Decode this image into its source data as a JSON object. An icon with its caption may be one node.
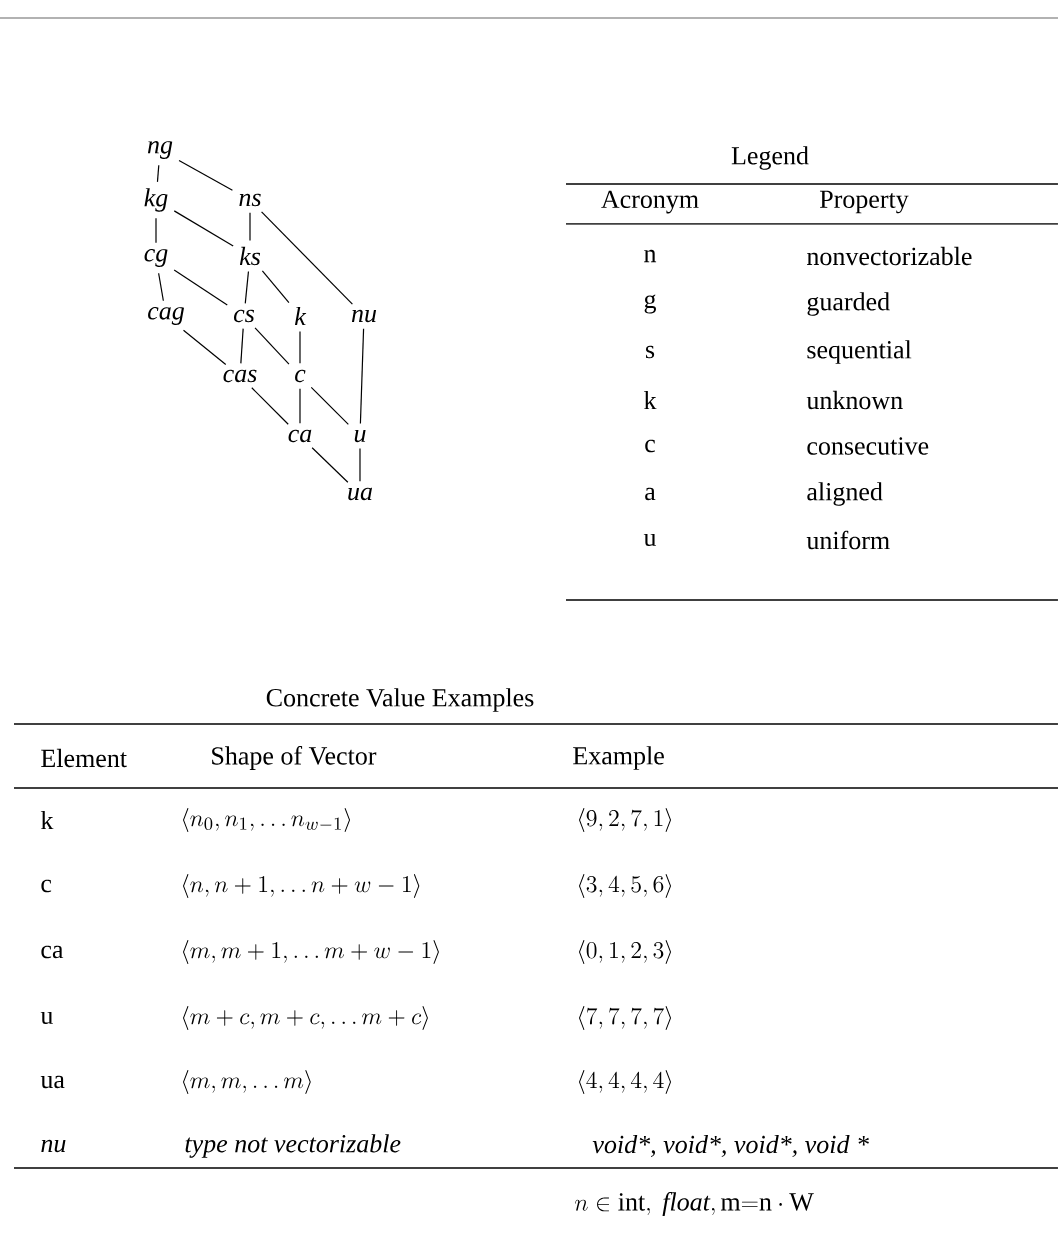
{
  "diagram": {
    "nodes": [
      {
        "text": [
          "ng"
        ]
      },
      {
        "text": [
          "kg"
        ]
      },
      {
        "text": [
          "ns"
        ]
      },
      {
        "text": [
          "cg"
        ]
      },
      {
        "text": [
          "ks"
        ]
      },
      {
        "text": [
          "cag"
        ]
      },
      {
        "text": [
          "cs"
        ]
      },
      {
        "text": [
          "k"
        ]
      },
      {
        "text": [
          "nu"
        ]
      },
      {
        "text": [
          "cas"
        ]
      },
      {
        "text": [
          "c"
        ]
      },
      {
        "text": [
          "ca"
        ]
      },
      {
        "text": [
          "u"
        ]
      },
      {
        "text": [
          "ua"
        ]
      }
    ],
    "edges": [
      {
        "from": 0,
        "to": 1,
        "arrow": "none"
      },
      {
        "from": 0,
        "to": 2,
        "arrow": "none"
      },
      {
        "from": 1,
        "to": 3,
        "arrow": "none"
      },
      {
        "from": 1,
        "to": 4,
        "arrow": "none"
      },
      {
        "from": 2,
        "to": 4,
        "arrow": "none"
      },
      {
        "from": 2,
        "to": 8,
        "arrow": "none"
      },
      {
        "from": 3,
        "to": 5,
        "arrow": "none"
      },
      {
        "from": 3,
        "to": 6,
        "arrow": "none"
      },
      {
        "from": 4,
        "to": 6,
        "arrow": "none"
      },
      {
        "from": 4,
        "to": 7,
        "arrow": "none"
      },
      {
        "from": 5,
        "to": 9,
        "arrow": "none"
      },
      {
        "from": 6,
        "to": 9,
        "arrow": "none"
      },
      {
        "from": 6,
        "to": 10,
        "arrow": "none"
      },
      {
        "from": 7,
        "to": 10,
        "arrow": "none"
      },
      {
        "from": 8,
        "to": 12,
        "arrow": "none"
      },
      {
        "from": 9,
        "to": 11,
        "arrow": "none"
      },
      {
        "from": 10,
        "to": 11,
        "arrow": "none"
      },
      {
        "from": 10,
        "to": 12,
        "arrow": "none"
      },
      {
        "from": 11,
        "to": 13,
        "arrow": "none"
      },
      {
        "from": 12,
        "to": 13,
        "arrow": "none"
      }
    ],
    "labels": [
      "Legend",
      "Acronym",
      "Property",
      "n",
      "nonvectorizable",
      "g",
      "guarded",
      "s",
      "sequential",
      "k",
      "unknown",
      "c",
      "consecutive",
      "a",
      "aligned",
      "u",
      "uniform",
      "Concrete Value Examples",
      "Element",
      "Shape of Vector",
      "Example",
      "k",
      "\\left\\langle n_0, n_1, \\ldots n_{w-1} \\right\\rangle",
      "\\langle 9,2,7,1 \\rangle",
      "c",
      "\\langle n, n+1, \\ldots n+w-1 \\rangle",
      "\\langle 3,4,5,6 \\rangle",
      "ca",
      "\\langle m, m+1, \\ldots m+w-1 \\rangle",
      "\\langle 0,1,2,3 \\rangle",
      "u",
      "\\langle m+c, m+c, \\ldots m+c \\rangle",
      "\\langle 7,7,7,7 \\rangle",
      "ua",
      "\\langle m, m, \\ldots m \\rangle",
      "\\langle 4,4,4,4 \\rangle",
      "nu",
      "type not vectorizable",
      "void*, void*, void*, void *",
      "n \\in \\mathrm{int},\\ \\mathit{float}, \\mathrm{m{=}n} \\cdot \\mathrm{W}"
    ]
  }
}
